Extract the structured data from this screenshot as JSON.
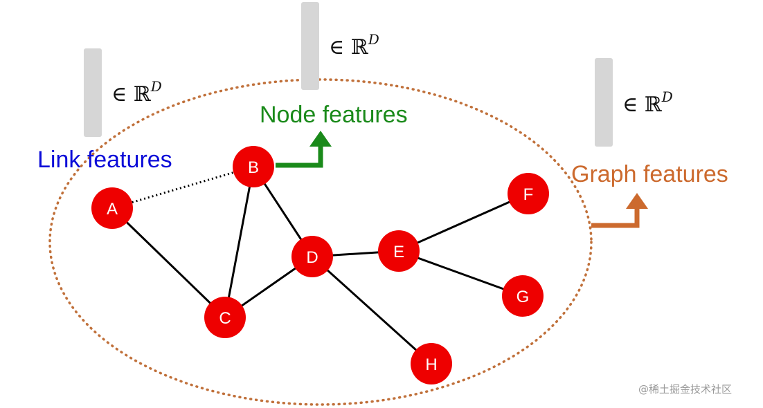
{
  "diagram": {
    "vectors": [
      {
        "id": "link",
        "symbol": "∈ ℝ",
        "superscript": "D"
      },
      {
        "id": "node",
        "symbol": "∈ ℝ",
        "superscript": "D"
      },
      {
        "id": "graph",
        "symbol": "∈ ℝ",
        "superscript": "D"
      }
    ],
    "labels": {
      "link_features": "Link features",
      "node_features": "Node features",
      "graph_features": "Graph features"
    },
    "nodes": [
      {
        "id": "A",
        "label": "A"
      },
      {
        "id": "B",
        "label": "B"
      },
      {
        "id": "C",
        "label": "C"
      },
      {
        "id": "D",
        "label": "D"
      },
      {
        "id": "E",
        "label": "E"
      },
      {
        "id": "F",
        "label": "F"
      },
      {
        "id": "G",
        "label": "G"
      },
      {
        "id": "H",
        "label": "H"
      }
    ],
    "edges": [
      {
        "from": "A",
        "to": "B",
        "style": "dotted"
      },
      {
        "from": "A",
        "to": "C",
        "style": "solid"
      },
      {
        "from": "B",
        "to": "C",
        "style": "solid"
      },
      {
        "from": "B",
        "to": "D",
        "style": "solid"
      },
      {
        "from": "C",
        "to": "D",
        "style": "solid"
      },
      {
        "from": "D",
        "to": "E",
        "style": "solid"
      },
      {
        "from": "D",
        "to": "H",
        "style": "solid"
      },
      {
        "from": "E",
        "to": "F",
        "style": "solid"
      },
      {
        "from": "E",
        "to": "G",
        "style": "solid"
      }
    ],
    "colors": {
      "node_fill": "#ee0000",
      "edge": "#000000",
      "link_label": "#0b0bd8",
      "node_label": "#1a8a1a",
      "graph_label": "#cc6a2e",
      "ellipse": "#c0703a",
      "vector_bar": "#d6d6d6"
    }
  },
  "watermark": "@稀土掘金技术社区"
}
